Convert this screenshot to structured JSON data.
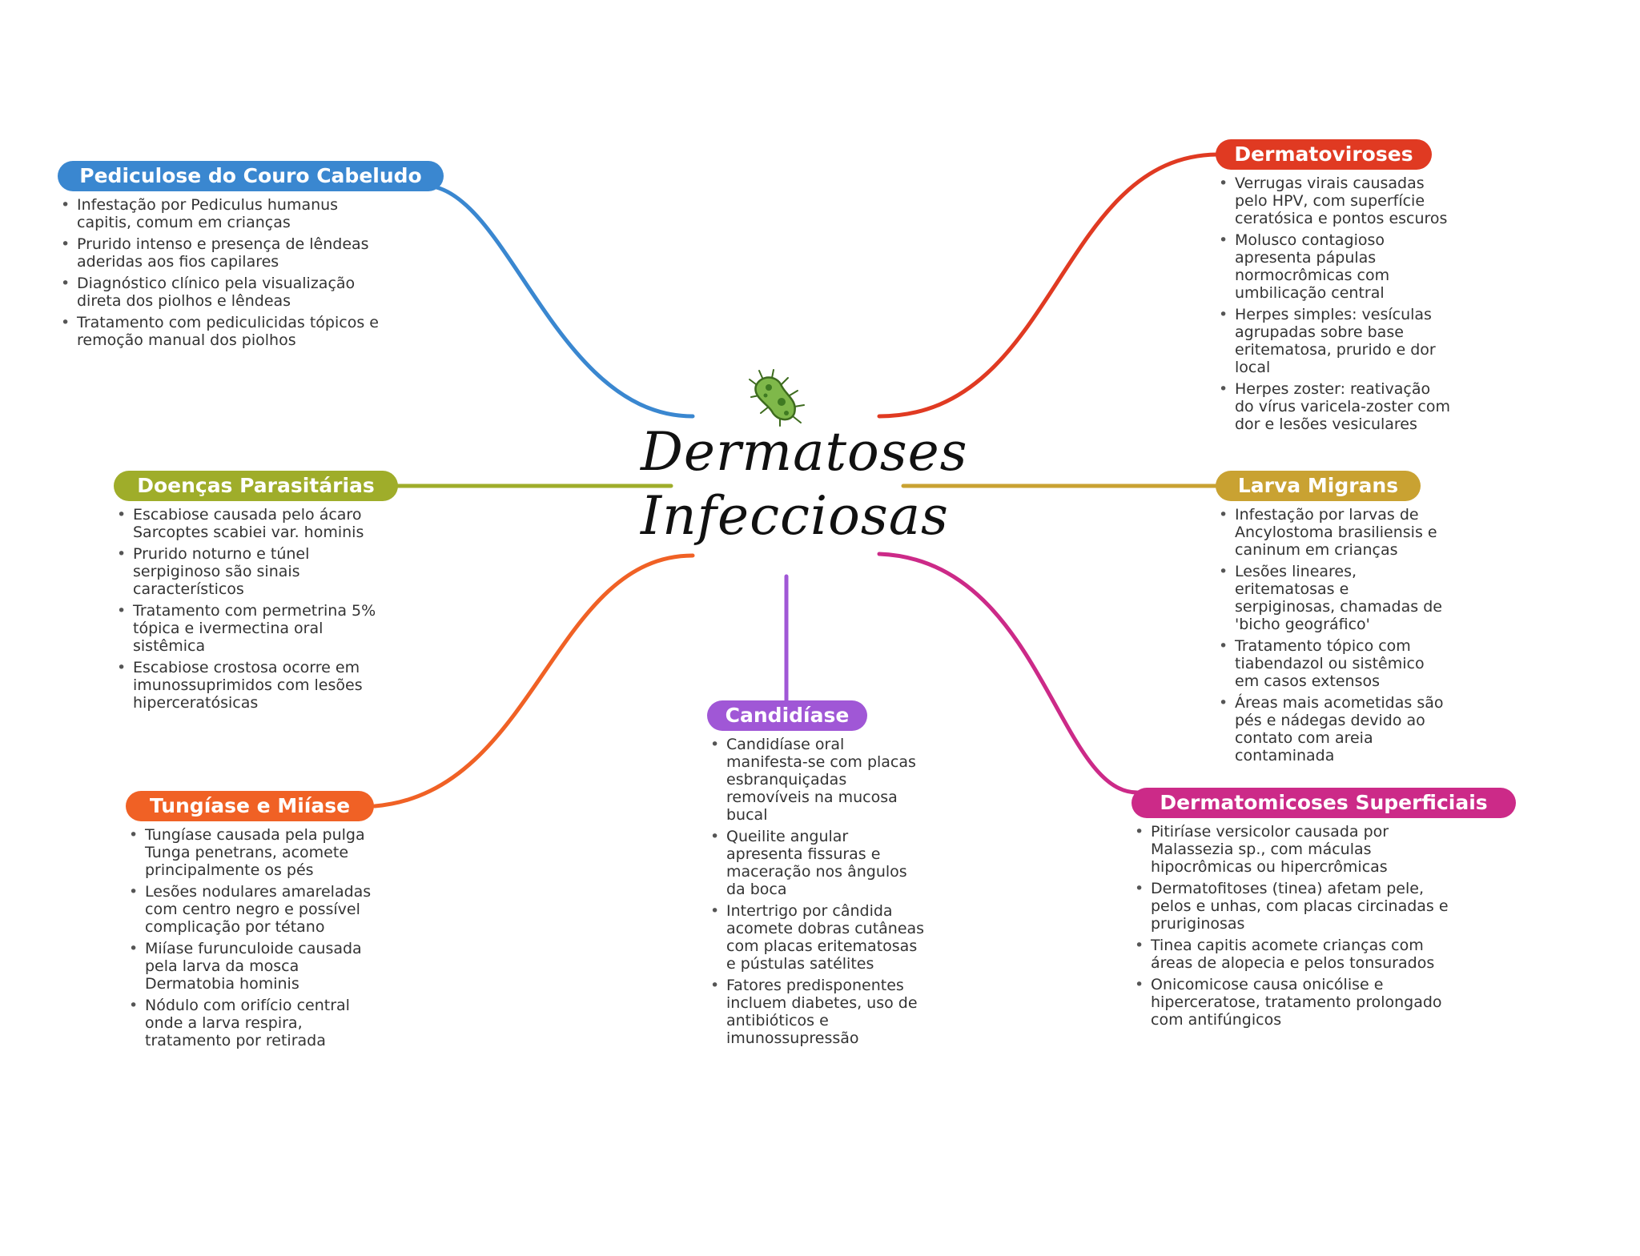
{
  "central": {
    "title_line1": "Dermatoses",
    "title_line2": "Infecciosas",
    "icon": "microbe-icon"
  },
  "topics": [
    {
      "key": "pediculose",
      "label": "Pediculose do Couro Cabeludo",
      "color": "#3a87d0",
      "items": [
        "Infestação por Pediculus humanus capitis, comum em crianças",
        "Prurido intenso e presença de lêndeas aderidas aos fios capilares",
        "Diagnóstico clínico pela visualização direta dos piolhos e lêndeas",
        "Tratamento com pediculicidas tópicos e remoção manual dos piolhos"
      ]
    },
    {
      "key": "parasitarias",
      "label": "Doenças Parasitárias",
      "color": "#9fad2a",
      "items": [
        "Escabiose causada pelo ácaro Sarcoptes scabiei var. hominis",
        "Prurido noturno e túnel serpiginoso são sinais característicos",
        "Tratamento com permetrina 5% tópica e ivermectina oral sistêmica",
        "Escabiose crostosa ocorre em imunossuprimidos com lesões hiperceratósicas"
      ]
    },
    {
      "key": "tungiase",
      "label": "Tungíase e Miíase",
      "color": "#f06125",
      "items": [
        "Tungíase causada pela pulga Tunga penetrans, acomete principalmente os pés",
        "Lesões nodulares amareladas com centro negro e possível complicação por tétano",
        "Miíase furunculoide causada pela larva da mosca Dermatobia hominis",
        "Nódulo com orifício central onde a larva respira, tratamento por retirada"
      ]
    },
    {
      "key": "candidiase",
      "label": "Candidíase",
      "color": "#a057d6",
      "items": [
        "Candidíase oral manifesta-se com placas esbranquiçadas removíveis na mucosa bucal",
        "Queilite angular apresenta fissuras e maceração nos ângulos da boca",
        "Intertrigo por cândida acomete dobras cutâneas com placas eritematosas e pústulas satélites",
        "Fatores predisponentes incluem diabetes, uso de antibióticos e imunossupressão"
      ]
    },
    {
      "key": "dermatoviroses",
      "label": "Dermatoviroses",
      "color": "#e03a22",
      "items": [
        "Verrugas virais causadas pelo HPV, com superfície ceratósica e pontos escuros",
        "Molusco contagioso apresenta pápulas normocrômicas com umbilicação central",
        "Herpes simples: vesículas agrupadas sobre base eritematosa, prurido e dor local",
        "Herpes zoster: reativação do vírus varicela-zoster com dor e lesões vesiculares"
      ]
    },
    {
      "key": "larva",
      "label": "Larva Migrans",
      "color": "#c9a232",
      "items": [
        "Infestação por larvas de Ancylostoma brasiliensis e caninum em crianças",
        "Lesões lineares, eritematosas e serpiginosas, chamadas de 'bicho geográfico'",
        "Tratamento tópico com tiabendazol ou sistêmico em casos extensos",
        "Áreas mais acometidas são pés e nádegas devido ao contato com areia contaminada"
      ]
    },
    {
      "key": "dermatomicoses",
      "label": "Dermatomicoses Superficiais",
      "color": "#cc2a88",
      "items": [
        "Pitiríase versicolor causada por Malassezia sp., com máculas hipocrômicas ou hipercrômicas",
        "Dermatofitoses (tinea) afetam pele, pelos e unhas, com placas circinadas e pruriginosas",
        "Tinea capitis acomete crianças com áreas de alopecia e pelos tonsurados",
        "Onicomicose causa onicólise e hiperceratose, tratamento prolongado com antifúngicos"
      ]
    }
  ]
}
